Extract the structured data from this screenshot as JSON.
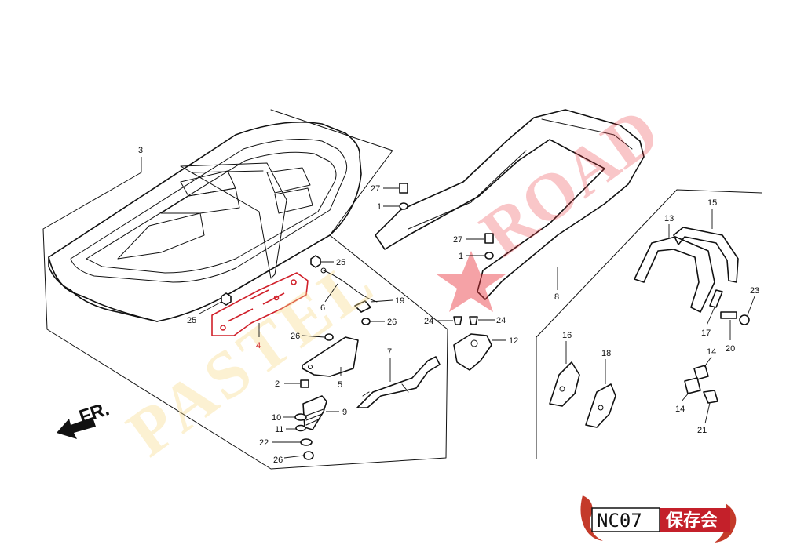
{
  "diagram": {
    "direction_label": "FR.",
    "watermark": {
      "part1": "PASTEL",
      "part2": "ROAD"
    },
    "logo": {
      "code": "NC07",
      "subtitle": "保存会"
    },
    "callouts": [
      {
        "id": "c3",
        "label": "3"
      },
      {
        "id": "c25a",
        "label": "25"
      },
      {
        "id": "c25b",
        "label": "25"
      },
      {
        "id": "c6",
        "label": "6"
      },
      {
        "id": "c19",
        "label": "19"
      },
      {
        "id": "c26a",
        "label": "26"
      },
      {
        "id": "c4",
        "label": "4"
      },
      {
        "id": "c26b",
        "label": "26"
      },
      {
        "id": "c2",
        "label": "2"
      },
      {
        "id": "c5",
        "label": "5"
      },
      {
        "id": "c10",
        "label": "10"
      },
      {
        "id": "c9",
        "label": "9"
      },
      {
        "id": "c11",
        "label": "11"
      },
      {
        "id": "c22",
        "label": "22"
      },
      {
        "id": "c26c",
        "label": "26"
      },
      {
        "id": "c7",
        "label": "7"
      },
      {
        "id": "c27a",
        "label": "27"
      },
      {
        "id": "c1a",
        "label": "1"
      },
      {
        "id": "c27b",
        "label": "27"
      },
      {
        "id": "c1b",
        "label": "1"
      },
      {
        "id": "c8",
        "label": "8"
      },
      {
        "id": "c24a",
        "label": "24"
      },
      {
        "id": "c24b",
        "label": "24"
      },
      {
        "id": "c12",
        "label": "12"
      },
      {
        "id": "c13",
        "label": "13"
      },
      {
        "id": "c15",
        "label": "15"
      },
      {
        "id": "c23",
        "label": "23"
      },
      {
        "id": "c17",
        "label": "17"
      },
      {
        "id": "c20",
        "label": "20"
      },
      {
        "id": "c16",
        "label": "16"
      },
      {
        "id": "c18",
        "label": "18"
      },
      {
        "id": "c14a",
        "label": "14"
      },
      {
        "id": "c14b",
        "label": "14"
      },
      {
        "id": "c21",
        "label": "21"
      }
    ],
    "highlight_color": "#d0202a"
  }
}
